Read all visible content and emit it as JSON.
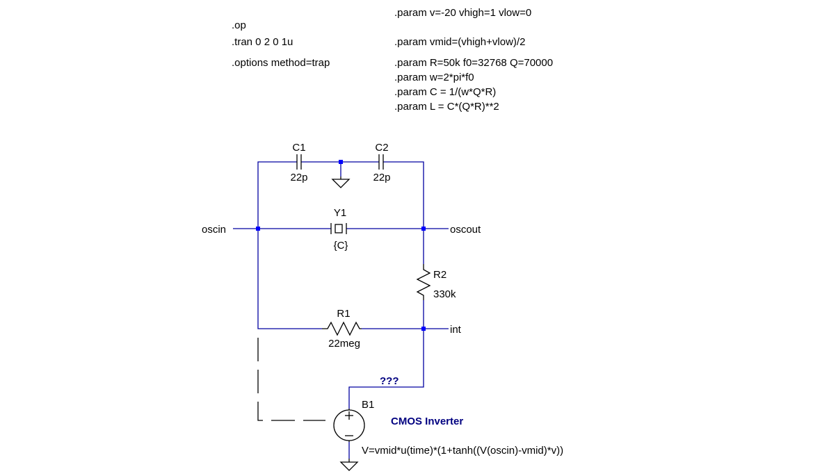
{
  "directives": {
    "op": ".op",
    "tran": ".tran 0 2 0 1u",
    "options": ".options method=trap",
    "param_v": ".param v=-20  vhigh=1 vlow=0",
    "param_vmid": ".param vmid=(vhigh+vlow)/2",
    "param_rq": ".param R=50k f0=32768 Q=70000",
    "param_w": ".param w=2*pi*f0",
    "param_c": ".param C = 1/(w*Q*R)",
    "param_l": ".param L = C*(Q*R)**2"
  },
  "components": {
    "c1": {
      "name": "C1",
      "value": "22p"
    },
    "c2": {
      "name": "C2",
      "value": "22p"
    },
    "y1": {
      "name": "Y1",
      "value": "{C}",
      "glyph": "[]"
    },
    "r1": {
      "name": "R1",
      "value": "22meg"
    },
    "r2": {
      "name": "R2",
      "value": "330k"
    },
    "b1": {
      "name": "B1",
      "value": "V=vmid*u(time)*(1+tanh((V(oscin)-vmid)*v))"
    }
  },
  "nets": {
    "oscin": "oscin",
    "oscout": "oscout",
    "int": "int",
    "unknown": "???"
  },
  "comments": {
    "cmos": "CMOS Inverter"
  },
  "colors": {
    "wire": "#0000a0",
    "junction": "#0000ff",
    "comment": "#000080",
    "component": "#000000"
  }
}
